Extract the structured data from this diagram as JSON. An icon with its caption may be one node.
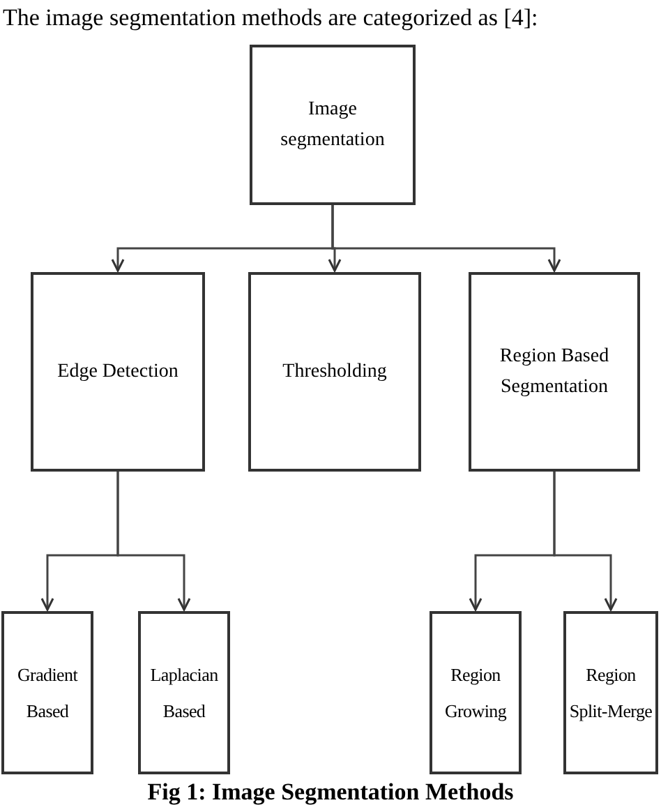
{
  "diagram": {
    "caption": "Fig 1: Image Segmentation Methods",
    "nodes": [
      {
        "text": [
          "Image segmentation"
        ]
      },
      {
        "text": [
          "Edge Detection"
        ]
      },
      {
        "text": [
          "Thresholding"
        ]
      },
      {
        "text": [
          "Region Based Segmentation"
        ]
      },
      {
        "text": [
          "Gradient Based"
        ]
      },
      {
        "text": [
          "Laplacian Based"
        ]
      },
      {
        "text": [
          "Region Growing"
        ]
      },
      {
        "text": [
          "Region Split-Merge"
        ]
      }
    ],
    "edges": [
      {
        "from": 0,
        "to": 1,
        "arrow": "to"
      },
      {
        "from": 0,
        "to": 2,
        "arrow": "to"
      },
      {
        "from": 0,
        "to": 3,
        "arrow": "to"
      },
      {
        "from": 1,
        "to": 4,
        "arrow": "to"
      },
      {
        "from": 1,
        "to": 5,
        "arrow": "to"
      },
      {
        "from": 3,
        "to": 6,
        "arrow": "to"
      },
      {
        "from": 3,
        "to": 7,
        "arrow": "to"
      }
    ],
    "labels": [
      "The image segmentation methods are categorized as [4]:"
    ]
  }
}
